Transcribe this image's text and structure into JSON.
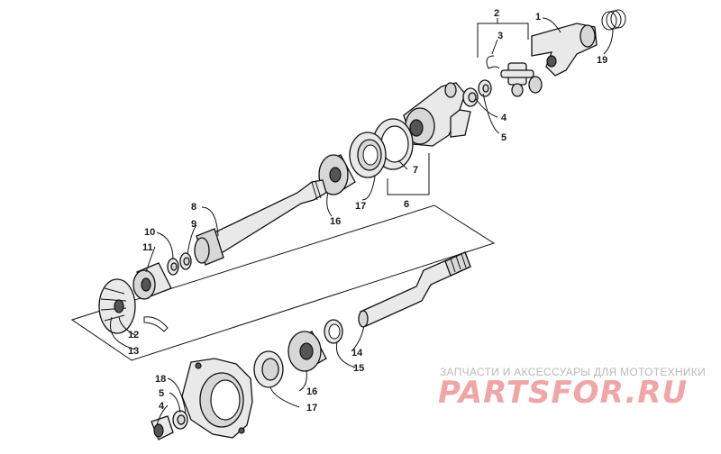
{
  "callouts": {
    "c1": "1",
    "c2": "2",
    "c3": "3",
    "c4a": "4",
    "c5a": "5",
    "c6": "6",
    "c7": "7",
    "c8": "8",
    "c9": "9",
    "c10": "10",
    "c11": "11",
    "c12": "12",
    "c13": "13",
    "c14": "14",
    "c15": "15",
    "c16a": "16",
    "c16b": "16",
    "c17a": "17",
    "c17b": "17",
    "c18": "18",
    "c19": "19",
    "c5b": "5",
    "c4b": "4"
  },
  "watermark": {
    "tagline": "ЗАПЧАСТИ И АКСЕССУАРЫ ДЛЯ МОТОТЕХНИКИ",
    "logo": "PARTSFOR.RU"
  },
  "colors": {
    "line": "#111111",
    "watermark_red": "#f0a6a6",
    "watermark_gray": "#b9b9b9"
  }
}
